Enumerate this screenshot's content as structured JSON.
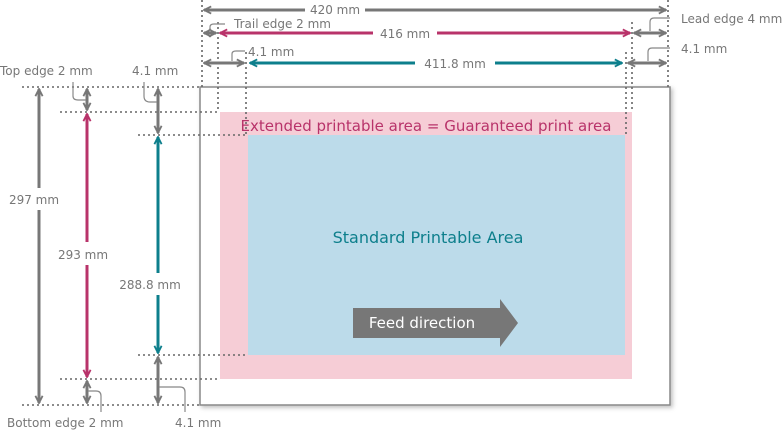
{
  "title_areas": {
    "extended": "Extended printable area = Guaranteed print area",
    "standard": "Standard Printable Area",
    "feed": "Feed direction"
  },
  "dimensions": {
    "paper_width": "420 mm",
    "extended_width": "416 mm",
    "standard_width": "411.8 mm",
    "trail_edge": "Trail edge 2 mm",
    "lead_edge": "Lead edge 4 mm",
    "left_margin_std": "4.1 mm",
    "right_margin_std": "4.1 mm",
    "paper_height": "297 mm",
    "extended_height": "293 mm",
    "standard_height": "288.8 mm",
    "top_edge": "Top edge 2 mm",
    "bottom_edge": "Bottom edge 2 mm",
    "top_margin_std": "4.1 mm",
    "bottom_margin_std": "4.1 mm"
  },
  "colors": {
    "extended": "#f6cdd6",
    "standard": "#bcdbea",
    "magenta": "#b8336a",
    "teal": "#0d7f8c",
    "grey": "#777777"
  }
}
